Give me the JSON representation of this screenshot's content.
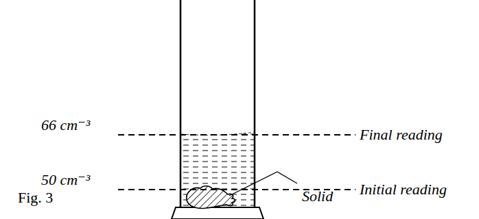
{
  "diagram": {
    "labels": [
      "66 cm⁻³",
      "Final reading",
      "50 cm⁻³",
      "Initial reading",
      "Fig. 3",
      "Solid"
    ]
  }
}
